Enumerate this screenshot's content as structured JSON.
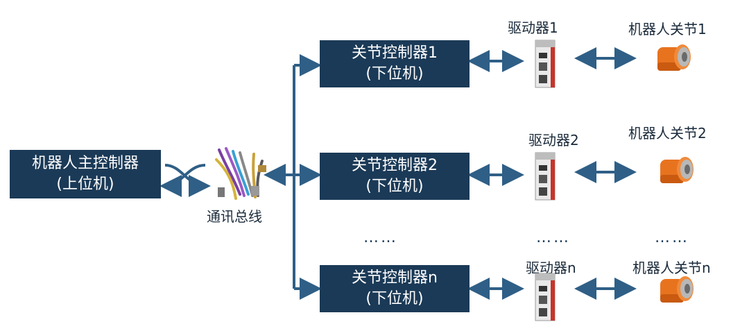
{
  "main_controller": {
    "line1": "机器人主控制器",
    "line2": "(上位机)"
  },
  "bus": {
    "label": "通讯总线"
  },
  "joint_controllers": [
    {
      "line1": "关节控制器1",
      "line2": "(下位机)"
    },
    {
      "line1": "关节控制器2",
      "line2": "(下位机)"
    },
    {
      "line1": "关节控制器n",
      "line2": "(下位机)"
    }
  ],
  "drivers": [
    "驱动器1",
    "驱动器2",
    "驱动器n"
  ],
  "joints": [
    "机器人关节1",
    "机器人关节2",
    "机器人关节n"
  ],
  "ellipsis": "……",
  "colors": {
    "box_fill": "#1b3a57",
    "arrow": "#2f5f86",
    "joint_orange": "#e8731f"
  }
}
